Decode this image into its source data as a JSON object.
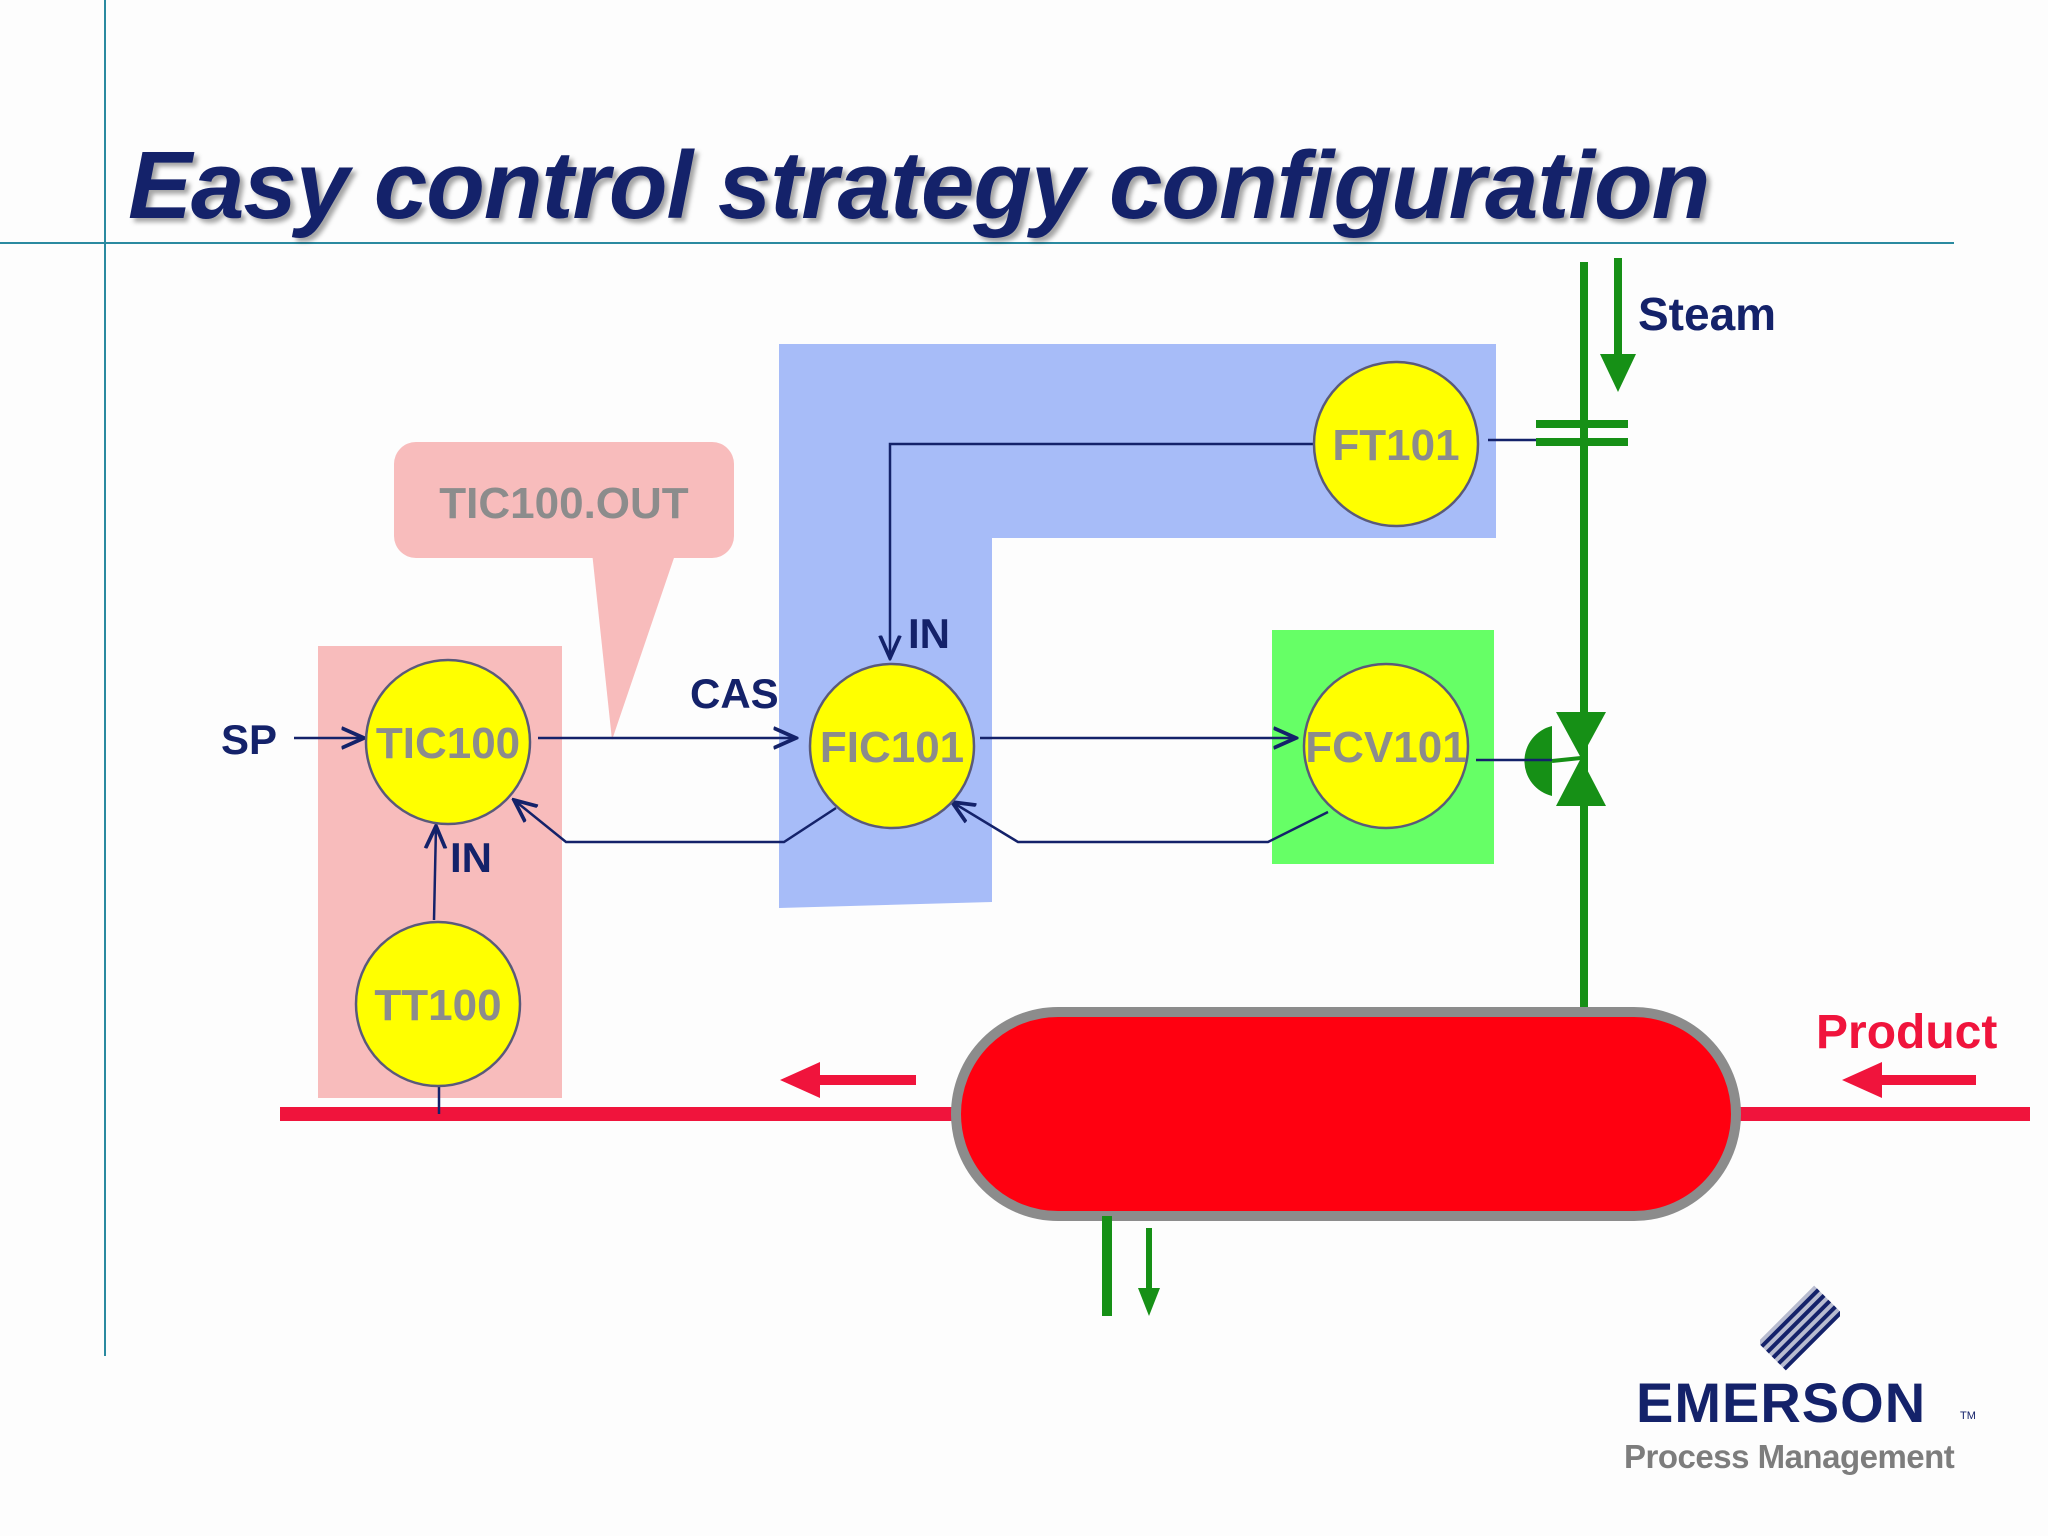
{
  "slide": {
    "title": "Easy control strategy configuration"
  },
  "blocks": {
    "tic100": "TIC100",
    "tt100": "TT100",
    "fic101": "FIC101",
    "ft101": "FT101",
    "fcv101": "FCV101"
  },
  "callout": {
    "text": "TIC100.OUT"
  },
  "signals": {
    "sp": "SP",
    "cas": "CAS",
    "in_tic": "IN",
    "in_fic": "IN"
  },
  "process": {
    "steam": "Steam",
    "product": "Product"
  },
  "logo": {
    "name": "EMERSON",
    "trademark": "TM",
    "subtitle": "Process Management"
  },
  "colors": {
    "title": "#14226a",
    "node_fill": "#ffff00",
    "node_text": "#8c8c8c",
    "pink_zone": "#f8bcbc",
    "blue_zone": "#a7bcf8",
    "green_zone": "#66ff66",
    "steam_line": "#169016",
    "product_line": "#f0143c",
    "vessel": "#ff0010",
    "signal_line": "#14226a"
  }
}
